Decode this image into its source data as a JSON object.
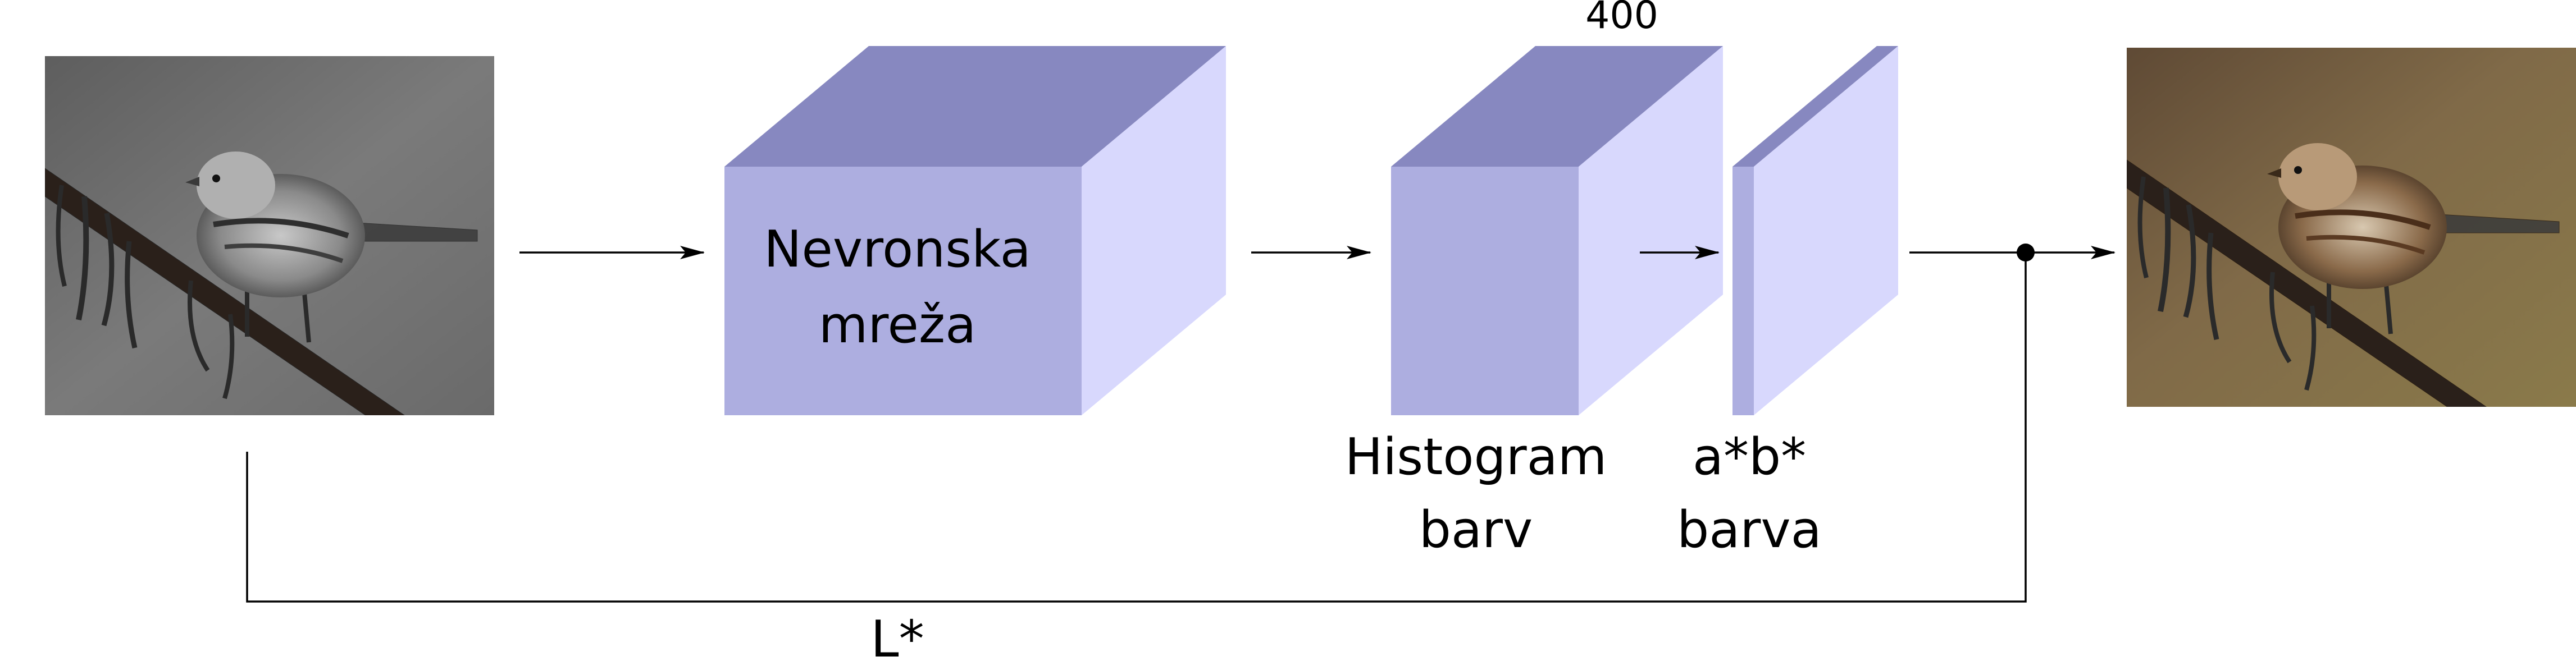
{
  "colors": {
    "box_front": "#adaee0",
    "box_top": "#8788c0",
    "box_side": "#d8d8fd",
    "line": "#000000",
    "photo_gray_bg": "#727272",
    "photo_color_bg": "#7a6445"
  },
  "images": {
    "input": "grayscale-bird-photo",
    "output": "colorized-bird-photo"
  },
  "labels": {
    "network_line1": "Nevronska",
    "network_line2": "mreža",
    "histogram_count": "400",
    "histogram_line1": "Histogram",
    "histogram_line2": "barv",
    "ab_line1": "a*b*",
    "ab_line2": "barva",
    "lightness": "L*"
  }
}
